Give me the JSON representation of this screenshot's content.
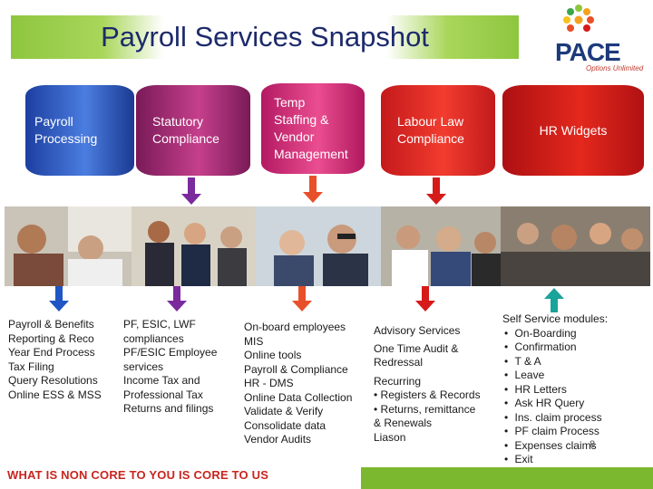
{
  "title": "Payroll Services Snapshot",
  "logo": {
    "word": "PACE",
    "tagline": "Options Unlimited"
  },
  "colors": {
    "banner_green": "#8ec63f",
    "title_navy": "#1c2a6b",
    "tagline_red": "#c8261e",
    "arrow_blue": "#1f56c4",
    "arrow_purple": "#7b2a9e",
    "arrow_orange": "#e8502a",
    "arrow_red": "#d61a1a",
    "arrow_teal": "#1aa39a"
  },
  "columns": [
    {
      "heading": "Payroll Processing",
      "heading_lines": [
        "Payroll",
        "Processing"
      ],
      "items": [
        "Payroll  & Benefits",
        "Reporting & Reco",
        "Year End Process",
        "Tax Filing",
        "Query  Resolutions",
        "Online ESS & MSS"
      ]
    },
    {
      "heading": "Statutory Compliance",
      "heading_lines": [
        "Statutory",
        "Compliance"
      ],
      "items": [
        "PF, ESIC, LWF",
        "compliances",
        "PF/ESIC Employee",
        "services",
        "Income Tax and",
        "Professional Tax",
        "Returns and filings"
      ]
    },
    {
      "heading": "Temp Staffing & Vendor Management",
      "heading_lines": [
        "Temp",
        "Staffing &",
        "Vendor",
        "Management"
      ],
      "items": [
        "On-board employees",
        "MIS",
        "Online tools",
        "Payroll & Compliance",
        "HR - DMS",
        "Online Data Collection",
        "Validate & Verify",
        "Consolidate data",
        "Vendor Audits"
      ]
    },
    {
      "heading": "Labour Law Compliance",
      "heading_lines": [
        "Labour Law",
        "Compliance"
      ],
      "items": [
        "Advisory  Services",
        "One Time Audit &",
        "Redressal",
        "Recurring",
        "•  Registers & Records",
        "•  Returns, remittance",
        "& Renewals",
        "Liason"
      ]
    },
    {
      "heading": "HR Widgets",
      "heading_lines": [
        "HR Widgets"
      ],
      "intro": "Self Service modules:",
      "items": [
        "On-Boarding",
        "Confirmation",
        "T & A",
        "Leave",
        "HR Letters",
        "Ask HR Query",
        "Ins. claim  process",
        "PF claim Process",
        "Expenses claims",
        "Exit"
      ]
    }
  ],
  "page_number": "8",
  "tagline": "WHAT IS NON CORE TO YOU IS CORE TO US"
}
